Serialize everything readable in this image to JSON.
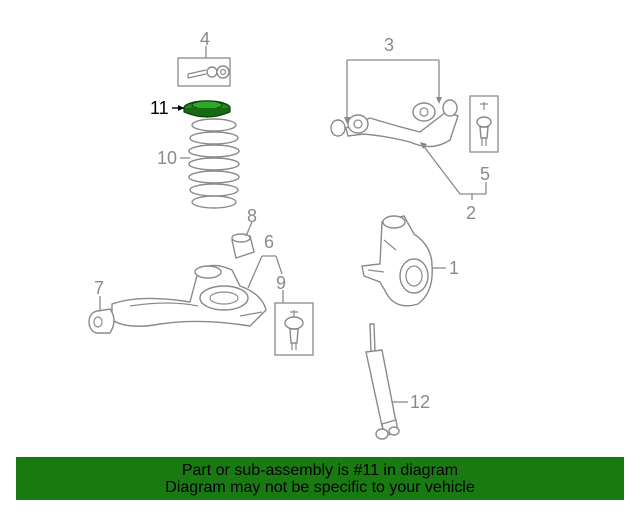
{
  "callouts": {
    "c1": "1",
    "c2": "2",
    "c3": "3",
    "c4": "4",
    "c5": "5",
    "c6": "6",
    "c7": "7",
    "c8": "8",
    "c9": "9",
    "c10": "10",
    "c11": "11",
    "c12": "12"
  },
  "highlight_part": "11",
  "colors": {
    "banner": "#1a7a12",
    "highlight_part": "#1f8a1a",
    "line_art": "#8a8a8a"
  },
  "banner": {
    "line1": "Part or sub-assembly is #11 in diagram",
    "line2": "Diagram may not be specific to your vehicle"
  }
}
